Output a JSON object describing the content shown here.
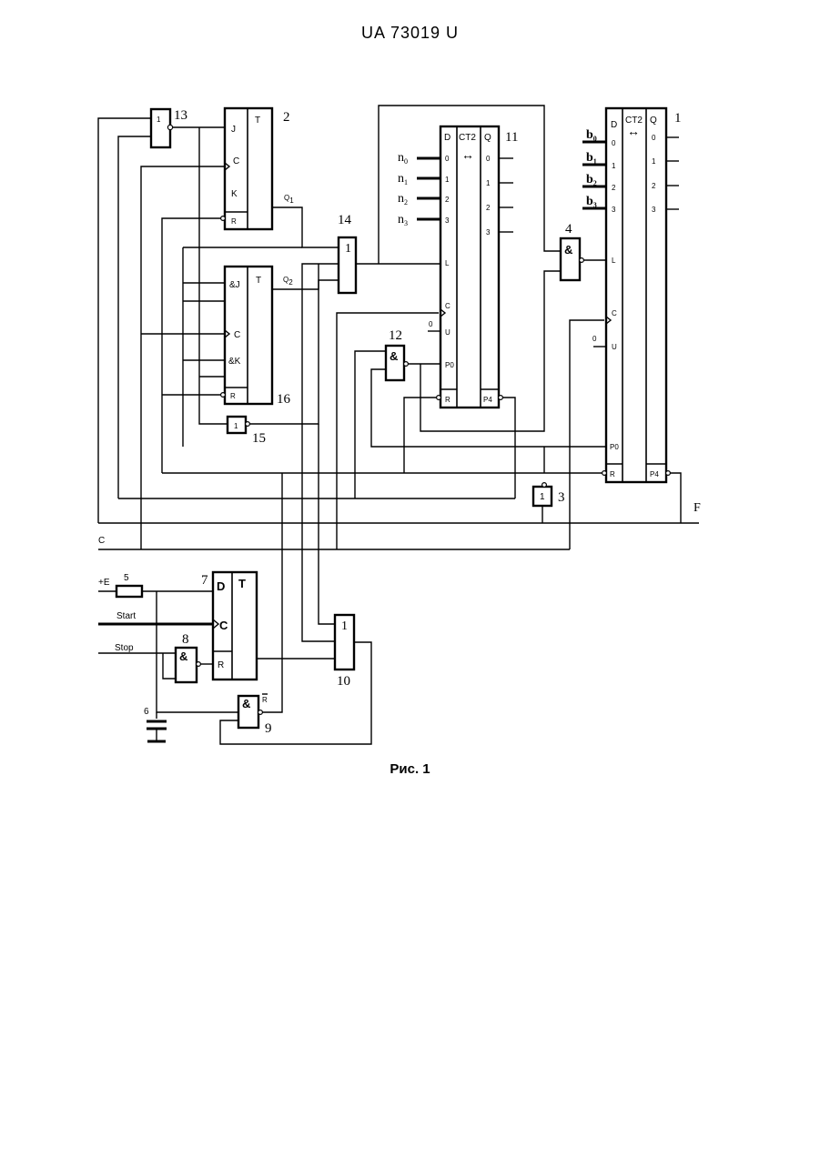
{
  "header": {
    "doc_id": "UA   73019   U"
  },
  "caption": "Рис. 1",
  "blocks": {
    "b1": {
      "num": "1",
      "sections": [
        "D",
        "CT2",
        "Q"
      ],
      "arrow": "↔",
      "inputs": [
        "0",
        "1",
        "2",
        "3"
      ],
      "outputs": [
        "0",
        "1",
        "2",
        "3"
      ],
      "pins": [
        "L",
        "C",
        "U",
        "P0",
        "R",
        "P4"
      ],
      "u_const": "0"
    },
    "b2": {
      "num": "2",
      "pins": [
        "J",
        "C",
        "K",
        "R"
      ],
      "type": "T",
      "out": "Q1"
    },
    "b3": {
      "num": "3",
      "func": "1"
    },
    "b4": {
      "num": "4",
      "func": "&"
    },
    "b5": {
      "num": "5",
      "label": "+E"
    },
    "b6": {
      "num": "6"
    },
    "b7": {
      "num": "7",
      "pins": [
        "D",
        "C",
        "R"
      ],
      "type": "T"
    },
    "b8": {
      "num": "8",
      "func": "&"
    },
    "b9": {
      "num": "9",
      "func": "&",
      "out": "R"
    },
    "b10": {
      "num": "10",
      "func": "1"
    },
    "b11": {
      "num": "11",
      "sections": [
        "D",
        "CT2",
        "Q"
      ],
      "arrow": "↔",
      "inputs": [
        "0",
        "1",
        "2",
        "3"
      ],
      "outputs": [
        "0",
        "1",
        "2",
        "3"
      ],
      "pins": [
        "L",
        "C",
        "U",
        "P0",
        "R",
        "P4"
      ],
      "u_const": "0"
    },
    "b12": {
      "num": "12",
      "func": "&"
    },
    "b13": {
      "num": "13",
      "func": "1"
    },
    "b14": {
      "num": "14",
      "func": "1"
    },
    "b15": {
      "num": "15",
      "func": "1"
    },
    "b16": {
      "num": "16",
      "pins": [
        "&J",
        "C",
        "&K",
        "R"
      ],
      "type": "T",
      "out": "Q2"
    }
  },
  "signals": {
    "n": [
      "n",
      "n",
      "n",
      "n"
    ],
    "n_sub": [
      "0",
      "1",
      "2",
      "3"
    ],
    "b": [
      "b",
      "b",
      "b",
      "b"
    ],
    "b_sub": [
      "0",
      "1",
      "2",
      "3"
    ],
    "start": "Start",
    "stop": "Stop",
    "clock": "C",
    "out_f": "F",
    "q1": "Q",
    "q1_sub": "1",
    "q2": "Q",
    "q2_sub": "2"
  }
}
